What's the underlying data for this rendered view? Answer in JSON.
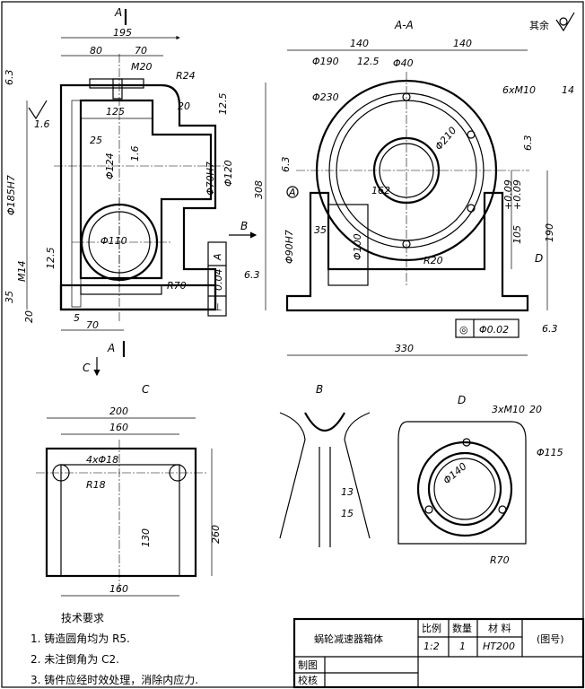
{
  "corner": {
    "note": "其余"
  },
  "sections": {
    "section_A": "A",
    "section_AA": "A-A",
    "view_B": "B",
    "view_C": "C",
    "view_D": "D"
  },
  "front_view": {
    "overall_width": "195",
    "d80": "80",
    "d70_top": "70",
    "m20": "M20",
    "r24": "R24",
    "d125": "125",
    "d20_top": "20",
    "ra_125": "12.5",
    "ra_63_top": "6.3",
    "ra_16_left": "1.6",
    "phi185": "Φ185H7",
    "d25": "25",
    "ra_16_mid": "1.6",
    "phi124": "Φ124",
    "phi70": "Φ70H7",
    "phi120": "Φ120",
    "phi110": "Φ110",
    "ra_125_low": "12.5",
    "m14": "M14",
    "d35": "35",
    "d20_bot": "20",
    "d5": "5",
    "d70_bot": "70",
    "r70": "R70",
    "tol_perp": "⊥",
    "tol_val": "0.04",
    "tol_ref": "A",
    "b_mark": "B",
    "c_mark": "C"
  },
  "section_view": {
    "d140_left": "140",
    "d140_right": "140",
    "phi190": "Φ190",
    "ra_125": "12.5",
    "phi40": "Φ40",
    "holes": "6xM10",
    "hole_depth": "14",
    "phi230": "Φ230",
    "phi210": "Φ210",
    "ra_63_mid": "6.3",
    "ra_63_right": "6.3",
    "d308": "308",
    "d162": "162",
    "datum_a": "A",
    "d35": "35",
    "phi90": "Φ90H7",
    "phi100": "Φ100",
    "d105": "105",
    "d105_tol_up": "+0.09",
    "d105_tol_dn": "+0.09",
    "d190": "190",
    "r20": "R20",
    "d_mark": "D",
    "ra_63_low": "6.3",
    "ra_63_base": "6.3",
    "d330": "330",
    "tol_circ": "◎",
    "tol_circ_val": "Φ0.02"
  },
  "view_c": {
    "d200": "200",
    "d160_top": "160",
    "holes": "4xΦ18",
    "r18": "R18",
    "d130": "130",
    "d260": "260",
    "d160_bot": "160"
  },
  "view_b": {
    "d13": "13",
    "d15": "15"
  },
  "view_d": {
    "holes": "3xM10",
    "hole_depth": "20",
    "phi115": "Φ115",
    "phi140": "Φ140",
    "r70": "R70"
  },
  "notes": {
    "title": "技术要求",
    "items": [
      "1. 铸造圆角均为 R5.",
      "2. 未注倒角为 C2.",
      "3. 铸件应经时效处理，消除内应力."
    ]
  },
  "title_block": {
    "name": "蜗轮减速器箱体",
    "h_scale": "比例",
    "h_qty": "数量",
    "h_mat": "材 料",
    "scale": "1:2",
    "qty": "1",
    "material": "HT200",
    "drawing_no": "(图号)",
    "drawn": "制图",
    "checked": "校核"
  }
}
